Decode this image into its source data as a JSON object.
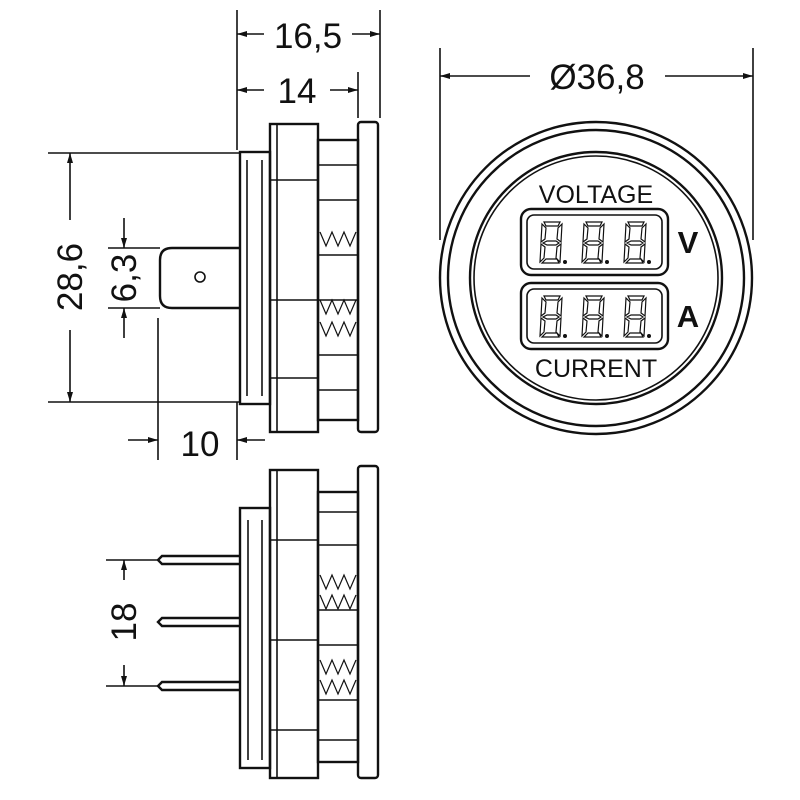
{
  "dimensions": {
    "overall_depth": "16,5",
    "body_depth": "14",
    "diameter": "Ø36,8",
    "body_height": "28,6",
    "terminal_width": "6,3",
    "terminal_length": "10",
    "pin_spacing": "18"
  },
  "display": {
    "top_label": "VOLTAGE",
    "bottom_label": "CURRENT",
    "voltage_unit": "V",
    "current_unit": "A"
  }
}
